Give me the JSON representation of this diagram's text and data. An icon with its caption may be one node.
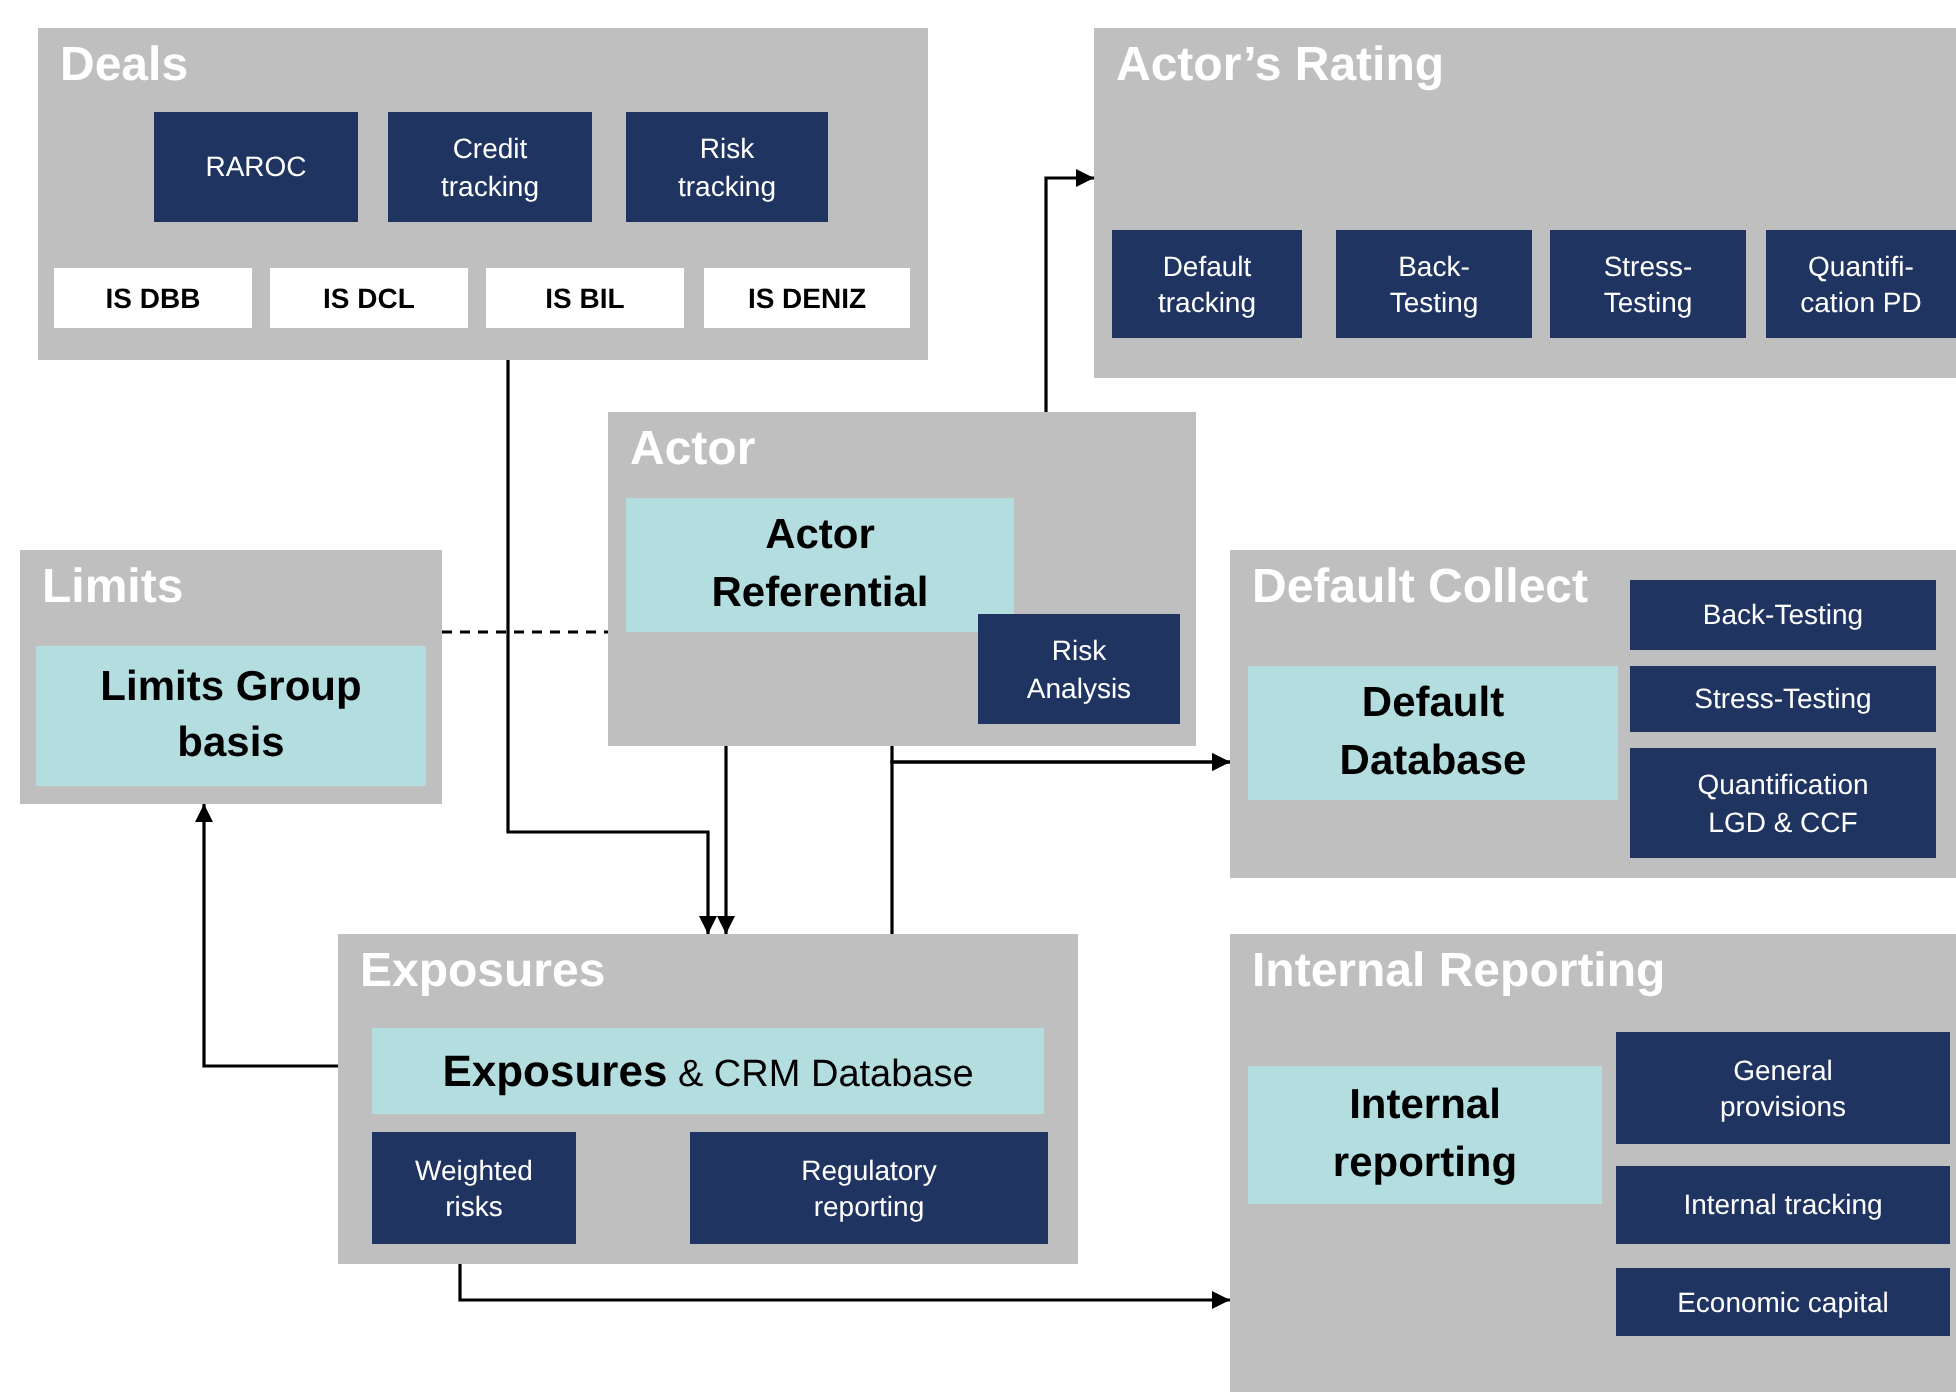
{
  "diagram": {
    "nodes": [
      {
        "text": [
          "Deals"
        ]
      },
      {
        "text": [
          "RAROC"
        ],
        "in": 0
      },
      {
        "text": [
          "Credit tracking"
        ],
        "in": 0
      },
      {
        "text": [
          "Risk tracking"
        ],
        "in": 0
      },
      {
        "text": [
          "IS DBB"
        ],
        "in": 0
      },
      {
        "text": [
          "IS DCL"
        ],
        "in": 0
      },
      {
        "text": [
          "IS BIL"
        ],
        "in": 0
      },
      {
        "text": [
          "IS DENIZ"
        ],
        "in": 0
      },
      {
        "text": [
          "Actor’s Rating"
        ]
      },
      {
        "text": [
          "Default tracking"
        ],
        "in": 8
      },
      {
        "text": [
          "Back-Testing"
        ],
        "in": 8
      },
      {
        "text": [
          "Stress-Testing"
        ],
        "in": 8
      },
      {
        "text": [
          "Quantifi-cation PD"
        ],
        "in": 8
      },
      {
        "text": [
          "Actor"
        ]
      },
      {
        "text": [
          "Actor Referential"
        ],
        "in": 13
      },
      {
        "text": [
          "Risk Analysis"
        ],
        "in": 13
      },
      {
        "text": [
          "Limits"
        ]
      },
      {
        "text": [
          "Limits Group basis"
        ],
        "in": 16
      },
      {
        "text": [
          "Default Collect"
        ]
      },
      {
        "text": [
          "Default Database"
        ],
        "in": 18
      },
      {
        "text": [
          "Back-Testing"
        ],
        "in": 18
      },
      {
        "text": [
          "Stress-Testing"
        ],
        "in": 18
      },
      {
        "text": [
          "Quantification LGD & CCF"
        ],
        "in": 18
      },
      {
        "text": [
          "Exposures"
        ]
      },
      {
        "text": [
          "**Exposures** & CRM Database"
        ],
        "in": 23
      },
      {
        "text": [
          "Weighted risks"
        ],
        "in": 23
      },
      {
        "text": [
          "Regulatory reporting"
        ],
        "in": 23
      },
      {
        "text": [
          "Internal Reporting"
        ]
      },
      {
        "text": [
          "Internal reporting"
        ],
        "in": 27
      },
      {
        "text": [
          "General provisions"
        ],
        "in": 27
      },
      {
        "text": [
          "Internal tracking"
        ],
        "in": 27
      },
      {
        "text": [
          "Economic capital"
        ],
        "in": 27
      }
    ],
    "edges": [
      {
        "from": 0,
        "to": 23,
        "arrow": "to"
      },
      {
        "from": 13,
        "to": 23,
        "arrow": "to"
      },
      {
        "from": 13,
        "to": 8,
        "arrow": "to"
      },
      {
        "from": 13,
        "to": 18,
        "arrow": "to"
      },
      {
        "from": 23,
        "to": 18,
        "arrow": "to"
      },
      {
        "from": 16,
        "to": 13,
        "arrow": "none",
        "style": "dashed"
      },
      {
        "from": 23,
        "to": 16,
        "arrow": "to"
      },
      {
        "from": 23,
        "to": 27,
        "arrow": "to"
      }
    ]
  }
}
